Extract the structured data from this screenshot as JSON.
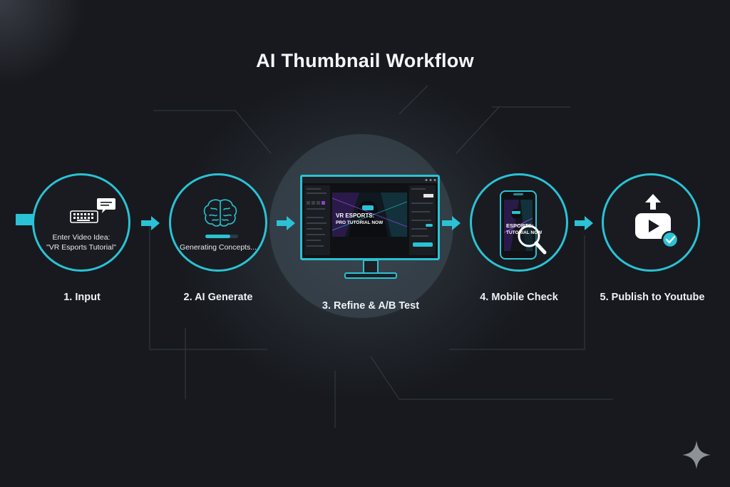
{
  "title": "AI Thumbnail Workflow",
  "steps": [
    {
      "label": "1. Input",
      "caption_line1": "Enter Video Idea:",
      "caption_line2": "\"VR Esports Tutorial\"",
      "icon": "keyboard-icon"
    },
    {
      "label": "2. AI Generate",
      "caption": "Generating Concepts...",
      "icon": "brain-icon",
      "progress": 0.75
    },
    {
      "label": "3. Refine & A/B Test",
      "thumbnail_text_line1": "VR ESPORTS:",
      "thumbnail_text_line2": "PRO TUTORIAL NOW",
      "icon": "monitor-editor-icon"
    },
    {
      "label": "4. Mobile Check",
      "thumbnail_text_line1": "ESPORTS:",
      "thumbnail_text_line2": "TUTORIAL NOW",
      "icon": "phone-magnifier-icon"
    },
    {
      "label": "5. Publish to Youtube",
      "icon": "youtube-upload-icon"
    }
  ],
  "colors": {
    "accent": "#2ac2d4",
    "background": "#17191e",
    "highlight": "#8c3fd6"
  }
}
